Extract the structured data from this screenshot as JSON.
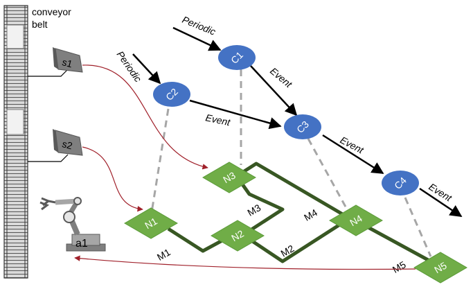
{
  "conveyor": {
    "label_line1": "conveyor",
    "label_line2": "belt"
  },
  "sensors": {
    "s1": "s1",
    "s2": "s2"
  },
  "actuator": {
    "label": "a1"
  },
  "controllers": {
    "c1": "C1",
    "c2": "C2",
    "c3": "C3",
    "c4": "C4"
  },
  "nodes": {
    "n1": "N1",
    "n2": "N2",
    "n3": "N3",
    "n4": "N4",
    "n5": "N5"
  },
  "links": {
    "m1": "M1",
    "m2": "M2",
    "m3": "M3",
    "m4": "M4",
    "m5": "M5"
  },
  "triggers": {
    "periodic_c1": "Periodic",
    "periodic_c2": "Periodic",
    "event_c1_c3": "Event",
    "event_c2_c3": "Event",
    "event_c3_c4": "Event",
    "event_c4_out": "Event"
  },
  "colors": {
    "controller": "#4472c4",
    "node": "#70ad47",
    "node_border": "#5a9a38",
    "link": "#385723",
    "sensor": "#7f7f7f",
    "data_flow": "#a0202a",
    "mapping": "#a6a6a6"
  }
}
